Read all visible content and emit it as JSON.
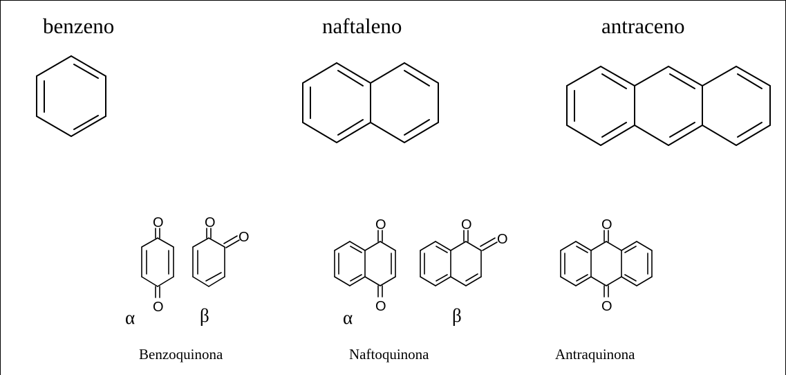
{
  "top_labels": {
    "benzene": "benzeno",
    "naphthalene": "naftaleno",
    "anthracene": "antraceno"
  },
  "bottom_labels": {
    "benzoquinone": "Benzoquinona",
    "naphthoquinone": "Naftoquinona",
    "anthraquinone": "Antraquinona"
  },
  "isomer_labels": {
    "alpha": "α",
    "beta": "β"
  },
  "atom_label": "O"
}
